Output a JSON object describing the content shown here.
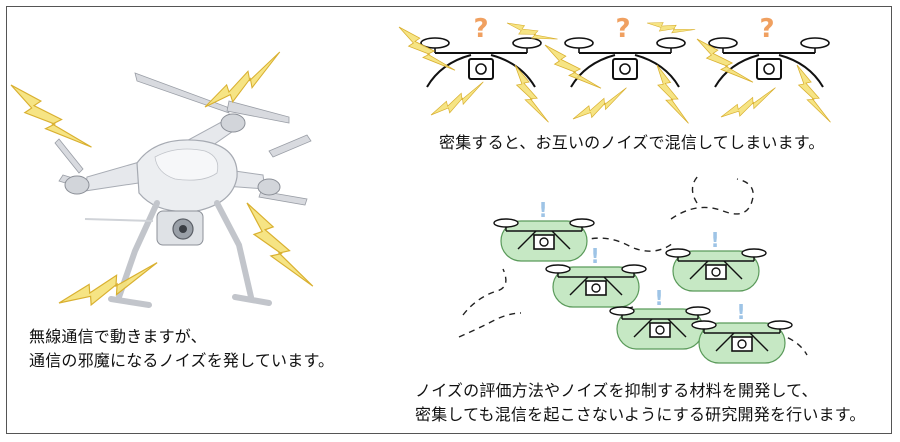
{
  "captions": {
    "left_line1": "無線通信で動きますが、",
    "left_line2": "通信の邪魔になるノイズを発しています。",
    "top": "密集すると、お互いのノイズで混信してしまいます。",
    "bottom_line1": "ノイズの評価方法やノイズを抑制する材料を開発して、",
    "bottom_line2": "密集しても混信を起こさないようにする研究開発を行います。"
  },
  "marks": {
    "question": "?",
    "exclaim": "!"
  },
  "colors": {
    "noise_fill": "#f5e27a",
    "noise_stroke": "#d9b030",
    "question_mark": "#f0a060",
    "exclaim_mark": "#9ec4e6",
    "bubble_fill": "#c6e8c4",
    "bubble_stroke": "#5a9a5a",
    "drone_body": "#e4e6ea"
  }
}
